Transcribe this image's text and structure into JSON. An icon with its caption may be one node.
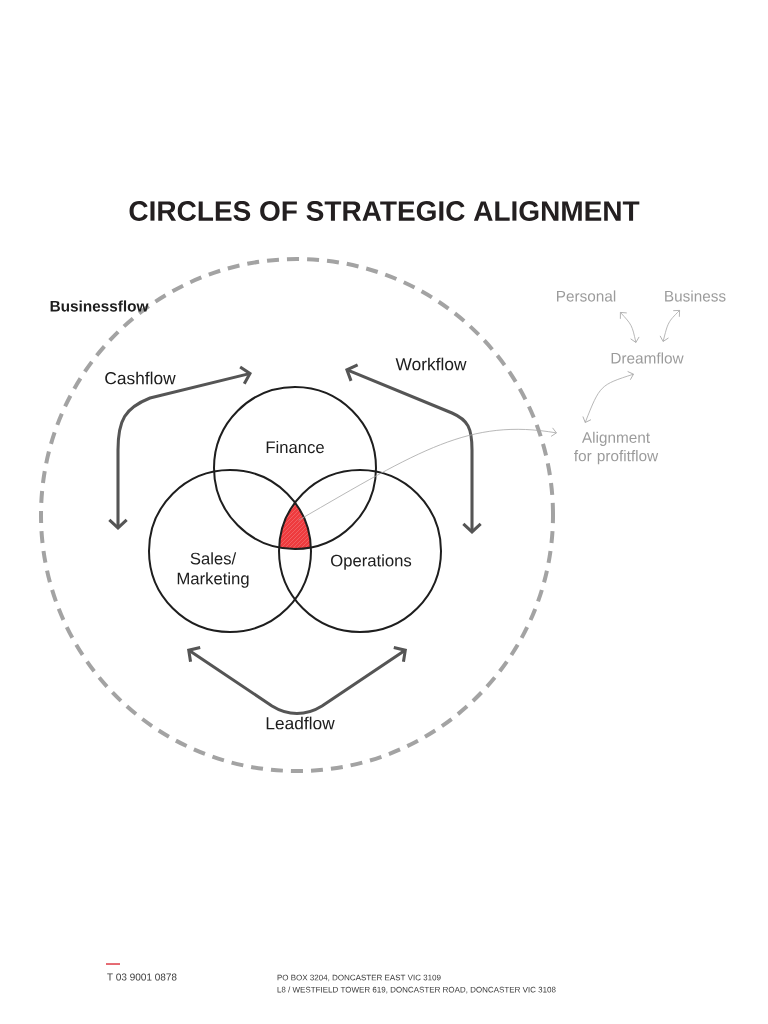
{
  "diagram": {
    "title": "CIRCLES OF STRATEGIC ALIGNMENT",
    "nodes": [
      {
        "text": [
          "Businessflow"
        ]
      },
      {
        "text": [
          "Finance"
        ],
        "in": 0
      },
      {
        "text": [
          "Sales/ Marketing"
        ],
        "in": 0
      },
      {
        "text": [
          "Operations"
        ],
        "in": 0
      },
      {
        "text": [],
        "shape": "triangle"
      },
      {
        "text": [
          "Personal"
        ]
      },
      {
        "text": [
          "Business"
        ]
      },
      {
        "text": [
          "Dreamflow"
        ]
      },
      {
        "text": [
          "Alignment for profitflow"
        ]
      }
    ],
    "edges": [
      {
        "from": 1,
        "to": 2,
        "arrow": "both",
        "label": "Cashflow",
        "style": "thick",
        "color": "#555555"
      },
      {
        "from": 1,
        "to": 3,
        "arrow": "both",
        "label": "Workflow",
        "style": "thick",
        "color": "#555555"
      },
      {
        "from": 2,
        "to": 3,
        "arrow": "both",
        "label": "Leadflow",
        "style": "thick",
        "color": "#555555"
      },
      {
        "from": 5,
        "to": 7,
        "arrow": "both"
      },
      {
        "from": 6,
        "to": 7,
        "arrow": "both"
      },
      {
        "from": 7,
        "to": 8,
        "arrow": "both"
      },
      {
        "from": 4,
        "to": 8,
        "arrow": "to"
      }
    ],
    "labels": [
      "T 03 9001 0878",
      "PO BOX 3204, DONCASTER EAST VIC 3109",
      "L8 / WESTFIELD TOWER 619, DONCASTER ROAD, DONCASTER VIC 3108"
    ]
  }
}
